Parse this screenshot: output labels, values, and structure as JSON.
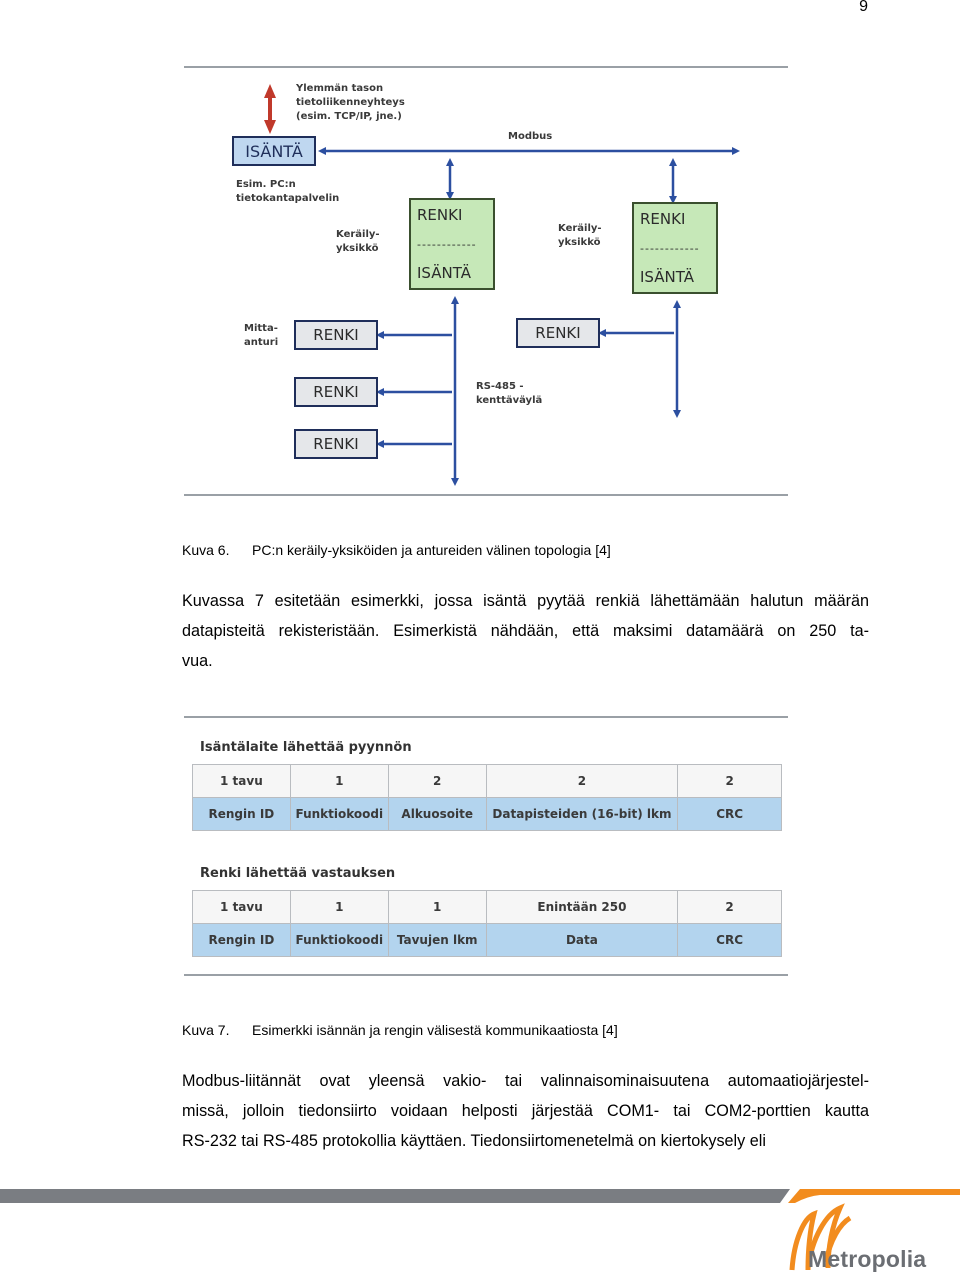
{
  "page_number": "9",
  "figure6": {
    "label_upper_link": [
      "Ylemmän tason",
      "tietoliikenneyhteys",
      "(esim. TCP/IP, jne.)"
    ],
    "label_master_example": [
      "Esim. PC:n",
      "tietokantapalvelin"
    ],
    "label_modbus": "Modbus",
    "label_collector1": [
      "Keräily-",
      "yksikkö"
    ],
    "label_collector2": [
      "Keräily-",
      "yksikkö"
    ],
    "label_sensors": [
      "Mitta-",
      "anturi"
    ],
    "label_rs485": [
      "RS-485 -",
      "kenttäväylä"
    ],
    "master_box": "ISÄNTÄ",
    "slave_master_top": "RENKI",
    "slave_master_dash": "------------",
    "slave_master_bottom": "ISÄNTÄ",
    "slave_label": "RENKI",
    "colors": {
      "master_fill": "#bfd7f0",
      "green_fill": "#c6e8b8",
      "arrow": "#2c4fa0",
      "red_arrow": "#c0392b"
    }
  },
  "caption6": {
    "label": "Kuva 6.",
    "text": "PC:n keräily-yksiköiden ja antureiden välinen topologia [4]"
  },
  "para1": {
    "lines": [
      "Kuvassa 7 esitetään esimerkki, jossa isäntä pyytää renkiä lähettämään halutun määrän",
      "datapisteitä rekisteristään. Esimerkistä nähdään, että maksimi datamäärä on 250 ta-",
      "vua."
    ]
  },
  "figure7": {
    "request_title": "Isäntälaite lähettää pyynnön",
    "request_sizes": [
      "1 tavu",
      "1",
      "2",
      "2",
      "2"
    ],
    "request_fields": [
      "Rengin ID",
      "Funktiokoodi",
      "Alkuosoite",
      "Datapisteiden (16-bit) lkm",
      "CRC"
    ],
    "response_title": "Renki lähettää vastauksen",
    "response_sizes": [
      "1 tavu",
      "1",
      "1",
      "Enintään 250",
      "2"
    ],
    "response_fields": [
      "Rengin ID",
      "Funktiokoodi",
      "Tavujen lkm",
      "Data",
      "CRC"
    ]
  },
  "caption7": {
    "label": "Kuva 7.",
    "text": "Esimerkki isännän ja rengin välisestä kommunikaatiosta [4]"
  },
  "para2": {
    "lines": [
      "Modbus-liitännät ovat yleensä vakio- tai valinnaisominaisuutena automaatiojärjestel-",
      "missä, jolloin tiedonsiirto voidaan helposti järjestää COM1- tai COM2-porttien kautta",
      "RS-232 tai RS-485 protokollia käyttäen. Tiedonsiirtomenetelmä on kiertokysely eli"
    ]
  },
  "footer": {
    "logo_text": "Metropolia",
    "bar_gray": "#7a7d82",
    "bar_orange": "#f28c1e"
  }
}
